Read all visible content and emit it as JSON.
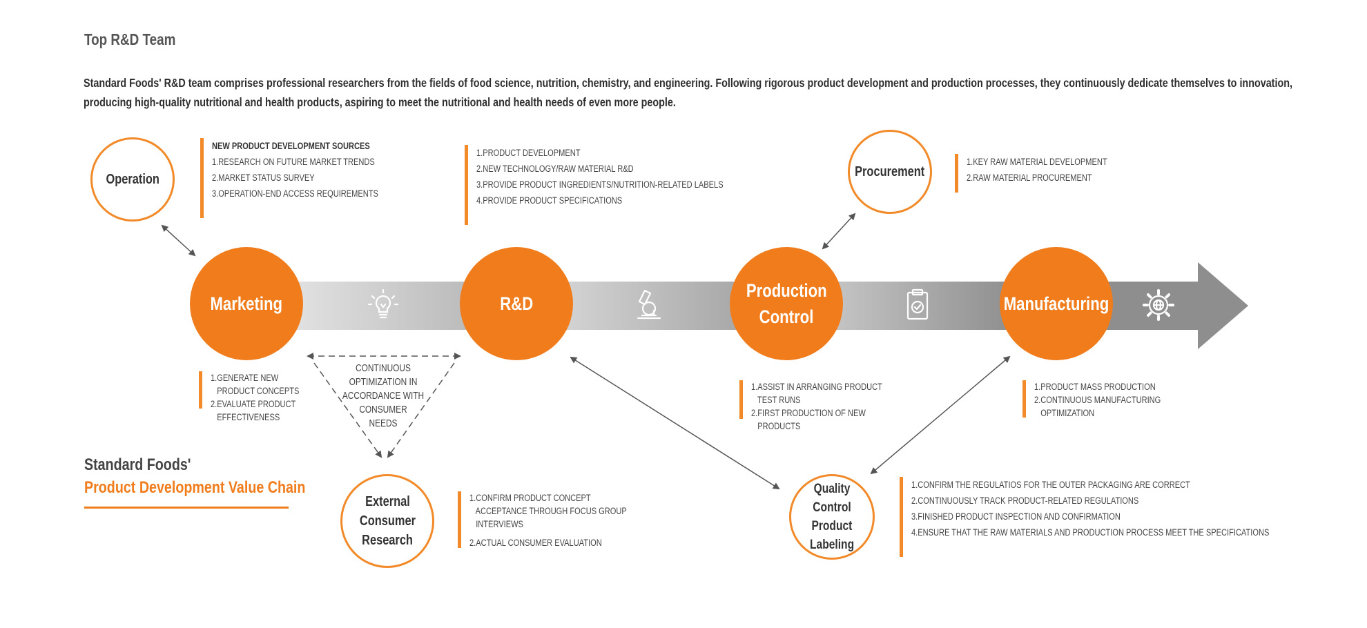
{
  "title": "Top R&D Team",
  "intro": "Standard Foods' R&D team comprises professional researchers from the fields of food science, nutrition, chemistry, and engineering. Following rigorous product development and production processes, they continuously dedicate themselves to innovation, producing high-quality nutritional and health products, aspiring to meet the nutritional and health needs of even more people.",
  "colors": {
    "accent": "#f07c1c",
    "arrow_dark": "#8a8a8a",
    "arrow_light": "#e2e2e2"
  },
  "stages": {
    "marketing": "Marketing",
    "rnd": "R&D",
    "production_line1": "Production",
    "production_line2": "Control",
    "manufacturing": "Manufacturing"
  },
  "nodes": {
    "operation": "Operation",
    "procurement": "Procurement",
    "external_line1": "External",
    "external_line2": "Consumer",
    "external_line3": "Research",
    "qc_line1": "Quality Control",
    "qc_line2": "Product",
    "qc_line3": "Labeling"
  },
  "icons": [
    "lightbulb-icon",
    "microscope-icon",
    "clipboard-check-icon",
    "gear-globe-icon"
  ],
  "notes": {
    "operation": {
      "heading": "NEW PRODUCT DEVELOPMENT SOURCES",
      "items": [
        "1.RESEARCH ON FUTURE MARKET TRENDS",
        "2.MARKET STATUS SURVEY",
        "3.OPERATION-END ACCESS REQUIREMENTS"
      ]
    },
    "rnd": {
      "items": [
        "1.PRODUCT DEVELOPMENT",
        "2.NEW TECHNOLOGY/RAW MATERIAL R&D",
        "3.PROVIDE PRODUCT INGREDIENTS/NUTRITION-RELATED LABELS",
        "4.PROVIDE PRODUCT SPECIFICATIONS"
      ]
    },
    "procurement": {
      "items": [
        "1.KEY RAW MATERIAL DEVELOPMENT",
        "2.RAW MATERIAL PROCUREMENT"
      ]
    },
    "marketing": {
      "items": [
        "1.GENERATE NEW\n   PRODUCT CONCEPTS",
        "2.EVALUATE PRODUCT\n   EFFECTIVENESS"
      ]
    },
    "production": {
      "items": [
        "1.ASSIST IN ARRANGING PRODUCT\n   TEST RUNS",
        "2.FIRST PRODUCTION OF NEW\n   PRODUCTS"
      ]
    },
    "manufacturing": {
      "items": [
        "1.PRODUCT MASS PRODUCTION",
        "2.CONTINUOUS MANUFACTURING\n   OPTIMIZATION"
      ]
    },
    "external": {
      "items": [
        "1.CONFIRM PRODUCT CONCEPT\n   ACCEPTANCE THROUGH FOCUS GROUP\n   INTERVIEWS",
        "2.ACTUAL CONSUMER EVALUATION"
      ]
    },
    "qc": {
      "items": [
        "1.CONFIRM THE REGULATIOS FOR THE OUTER PACKAGING ARE CORRECT",
        "2.CONTINUOUSLY TRACK PRODUCT-RELATED REGULATIONS",
        "3.FINISHED PRODUCT INSPECTION AND CONFIRMATION",
        "4.ENSURE THAT THE RAW MATERIALS AND PRODUCTION PROCESS MEET THE SPECIFICATIONS"
      ]
    }
  },
  "optimization_label_line1": "CONTINUOUS OPTIMIZATION IN",
  "optimization_label_line2": "ACCORDANCE WITH CONSUMER",
  "optimization_label_line3": "NEEDS",
  "value_chain": {
    "line1": "Standard Foods'",
    "line2": "Product Development Value Chain"
  }
}
